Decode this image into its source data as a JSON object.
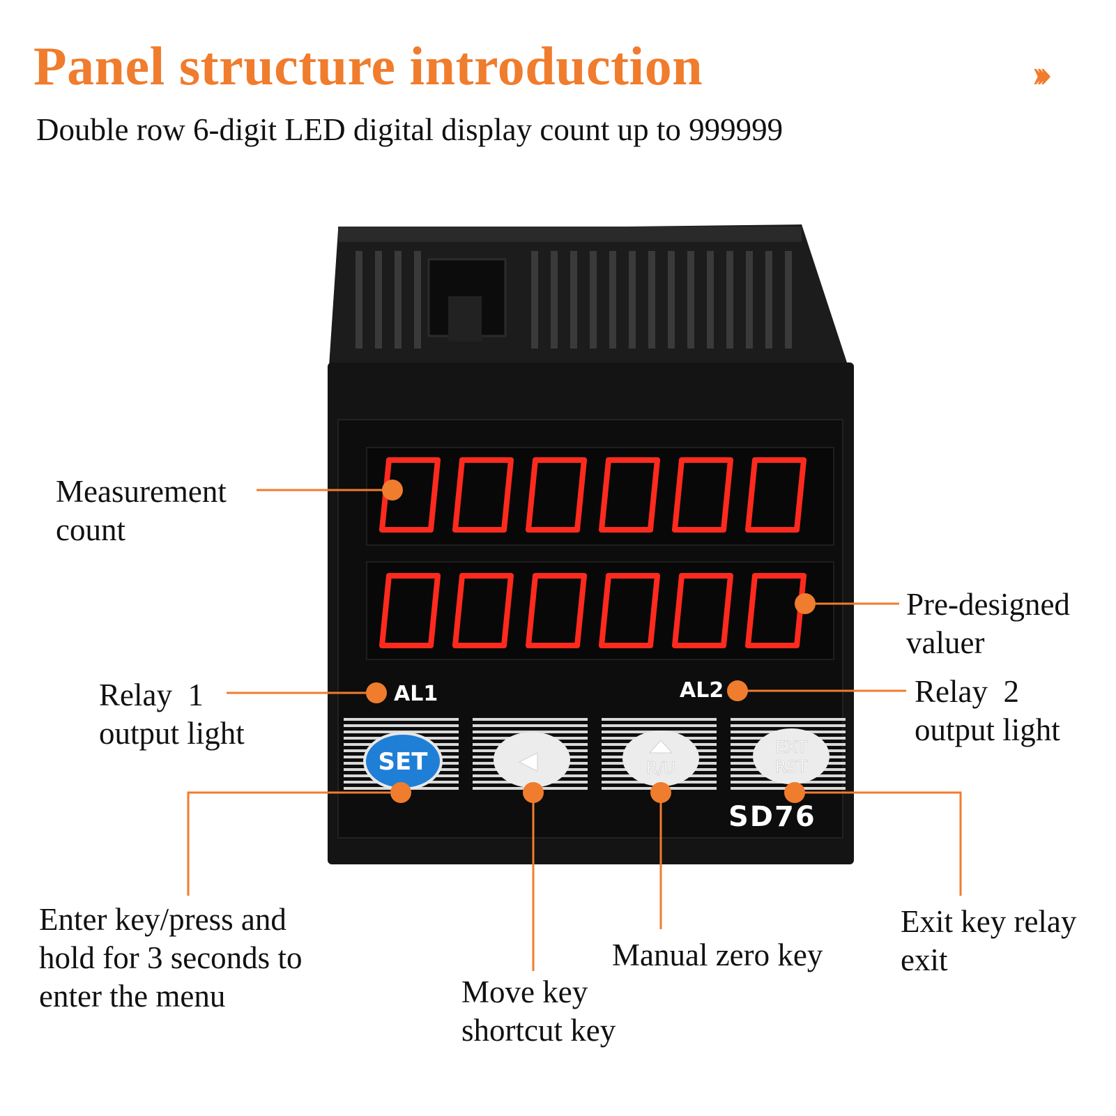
{
  "header": {
    "title": "Panel structure introduction",
    "arrow_glyph": "›››",
    "subtitle": "Double row 6-digit LED digital display count up to 999999"
  },
  "device": {
    "top_display": "000000",
    "bottom_display": "000000",
    "al1": "AL1",
    "al2": "AL2",
    "keys": {
      "set": "SET",
      "move": "◀",
      "manual_zero": "R/U",
      "exit_top": "EXT",
      "exit_bottom": "RST"
    },
    "model": "SD76"
  },
  "callouts": {
    "measurement_count": [
      "Measurement",
      "count"
    ],
    "pre_designed": [
      "Pre-designed",
      "valuer"
    ],
    "relay1": [
      "Relay  1",
      "output light"
    ],
    "relay2": [
      "Relay  2",
      "output light"
    ],
    "enter_key": [
      "Enter key/press and",
      "hold for 3 seconds to",
      "enter the menu"
    ],
    "move_key": [
      "Move key",
      "shortcut key"
    ],
    "manual_zero": [
      "Manual zero key"
    ],
    "exit_key": [
      "Exit key relay",
      "exit"
    ]
  },
  "colors": {
    "accent": "#f07c2d",
    "led": "#ff2a1e",
    "panel": "#141414",
    "set_key": "#1f7fd6"
  }
}
